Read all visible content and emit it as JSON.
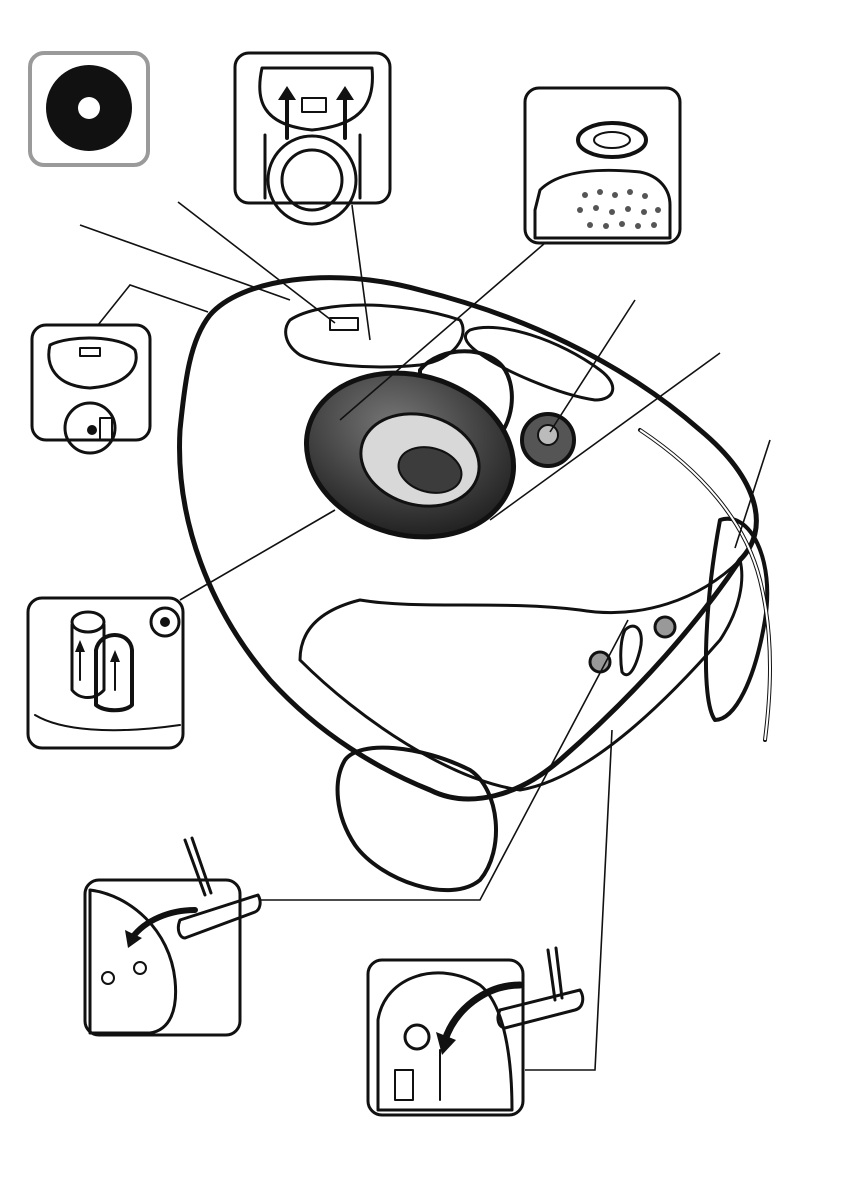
{
  "diagram": {
    "main_subject": "vacuum-cleaner",
    "colors": {
      "ink": "#111111",
      "body_light": "#e6e6e6",
      "body_mid": "#bdbdbd",
      "body_dark": "#6f6f6f",
      "rubber": "#3a3a3a",
      "inset_gray_border": "#9a9a9a"
    },
    "insets": [
      {
        "id": "filter-symbol",
        "icon": "disc-symbol-icon"
      },
      {
        "id": "bag-lid-release",
        "icon": "up-arrows-icon"
      },
      {
        "id": "bag-holder",
        "icon": "bag-holder-icon"
      },
      {
        "id": "lid-open-detail",
        "icon": "lid-icon"
      },
      {
        "id": "hose-release",
        "icon": "lever-up-icon"
      },
      {
        "id": "tube-park-rear",
        "icon": "park-arrow-icon"
      },
      {
        "id": "tube-park-side",
        "icon": "park-arrow-icon"
      }
    ]
  }
}
